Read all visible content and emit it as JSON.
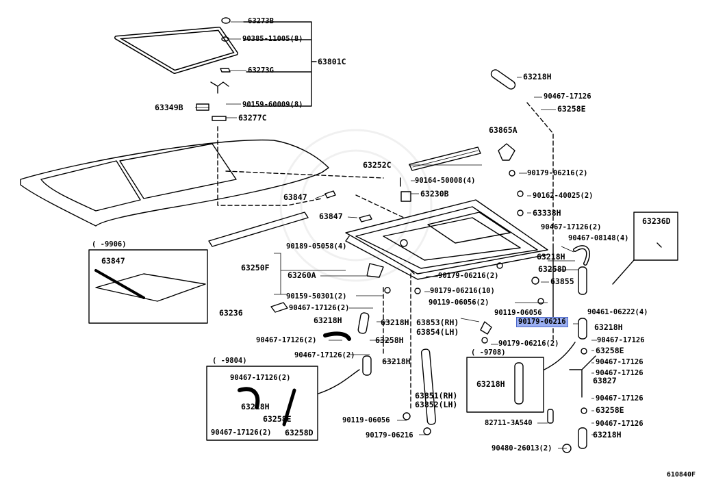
{
  "diagram_id": "610840F",
  "labels": {
    "l63273B": "63273B",
    "l90385": "90385-11005(8)",
    "l63801C": "63801C",
    "l63273G": "63273G",
    "l63349B": "63349B",
    "l90159_60009": "90159-60009(8)",
    "l63277C": "63277C",
    "l63218H_top": "63218H",
    "l90467_top": "90467-17126",
    "l63258E_top": "63258E",
    "l63865A": "63865A",
    "l63252C": "63252C",
    "l90179_06216_2a": "90179-06216(2)",
    "l90164": "90164-50008(4)",
    "l90162": "90162-40025(2)",
    "l63230B": "63230B",
    "l63847_a": "63847",
    "l63338H": "63338H",
    "l63847_b": "63847",
    "l90467_2": "90467-17126(2)",
    "l90467_08148": "90467-08148(4)",
    "l63236D": "63236D",
    "l9906": "(    -9906)",
    "l63847_box": "63847",
    "l90189": "90189-05058(4)",
    "l63218H_r1": "63218H",
    "l63250F": "63250F",
    "l63258D_r": "63258D",
    "l63260A": "63260A",
    "l63855": "63855",
    "l90179_06216_2b": "90179-06216(2)",
    "l90179_06216_10": "90179-06216(10)",
    "l90159_50301": "90159-50301(2)",
    "l90119_2": "90119-06056(2)",
    "l63236": "63236",
    "l90467_m1": "90467-17126(2)",
    "l90119_r": "90119-06056",
    "l90461": "90461-06222(4)",
    "l90179_hl": "90179-06216",
    "l63218H_m1": "63218H",
    "l63218H_m2": "63218H",
    "l63853": "63853(RH)",
    "l63218H_r2": "63218H",
    "l63854": "63854(LH)",
    "l90467_m2": "90467-17126(2)",
    "l63258H": "63258H",
    "l90467_r1": "90467-17126",
    "l90179_06216_2c": "90179-06216(2)",
    "l63258E_r1": "63258E",
    "l9708": "(    -9708)",
    "l90467_m3": "90467-17126(2)",
    "l63218H_m3": "63218H",
    "l90467_r2": "90467-17126",
    "l9804": "(    -9804)",
    "l90467_r3": "90467-17126",
    "l63827": "63827",
    "l90467_b1": "90467-17126(2)",
    "l63218H_box2": "63218H",
    "l63851": "63851(RH)",
    "l90467_r4": "90467-17126",
    "l63852": "63852(LH)",
    "l63218H_b": "63218H",
    "l63258E_b": "63258E",
    "l63258E_r2": "63258E",
    "l90119_b": "90119-06056",
    "l82711": "82711-3A540",
    "l90467_r5": "90467-17126",
    "l63258D_b": "63258D",
    "l90467_b2": "90467-17126(2)",
    "l90179_b": "90179-06216",
    "l63218H_r3": "63218H",
    "l90480": "90480-26013(2)"
  }
}
